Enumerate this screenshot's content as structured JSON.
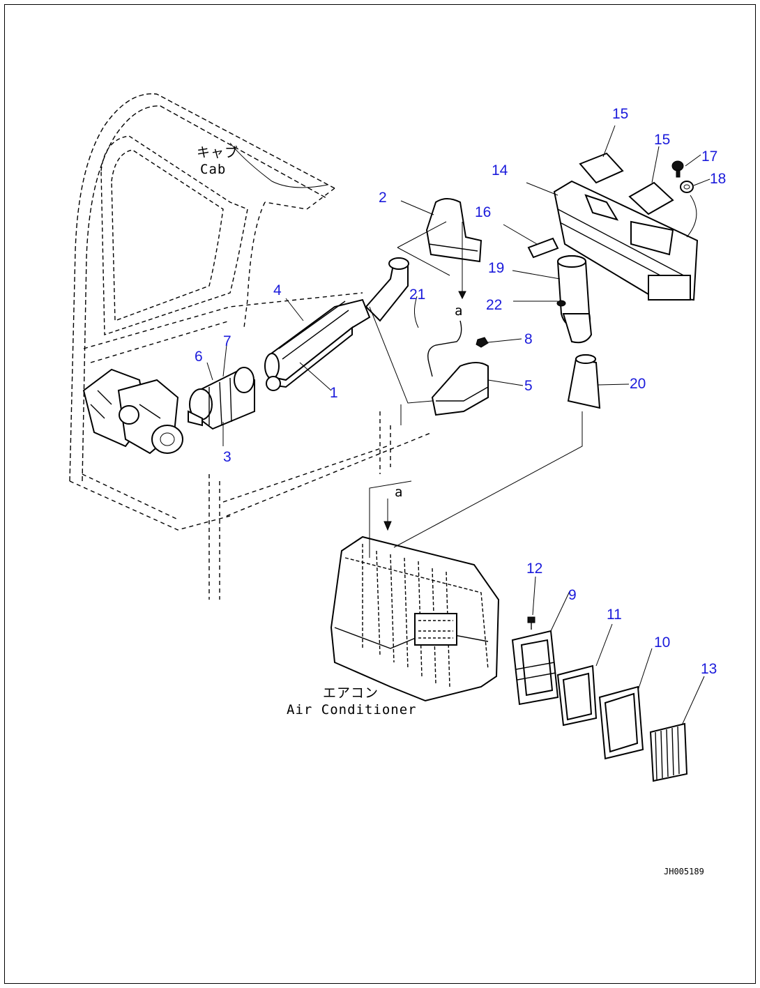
{
  "diagram": {
    "cab_label_jp": "キャブ",
    "cab_label_en": "Cab",
    "ac_label_jp": "エアコン",
    "ac_label_en": "Air Conditioner",
    "ref_mark": "a",
    "drawing_number": "JH005189",
    "callout_color": "#1a1adb",
    "callouts": [
      "1",
      "2",
      "3",
      "4",
      "5",
      "6",
      "7",
      "8",
      "9",
      "10",
      "11",
      "12",
      "13",
      "14",
      "15",
      "15",
      "16",
      "17",
      "18",
      "19",
      "20",
      "21",
      "22"
    ]
  }
}
